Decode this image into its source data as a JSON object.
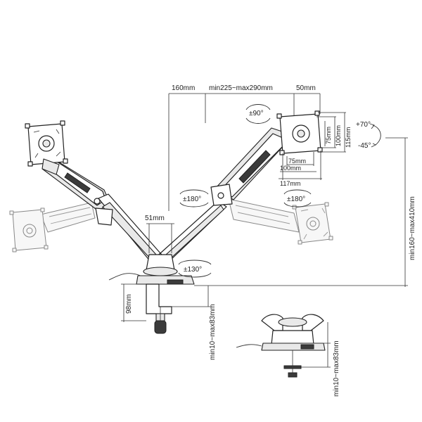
{
  "labels": {
    "d160": "160mm",
    "dArmLen": "min225~max290mm",
    "d50": "50mm",
    "rot90": "±90°",
    "tiltUp": "+70°",
    "tiltDown": "-45°",
    "v75": "75mm",
    "v100": "100mm",
    "v115": "115mm",
    "h75": "75mm",
    "h100": "100mm",
    "h117": "117mm",
    "swivelL": "±180°",
    "swivelR": "±180°",
    "d51": "51mm",
    "swivelBase": "±130°",
    "heightRange": "min160~max410mm",
    "d98": "98mm",
    "clampRange": "min10~max83mm",
    "grommetRange": "min10~max83mm"
  }
}
